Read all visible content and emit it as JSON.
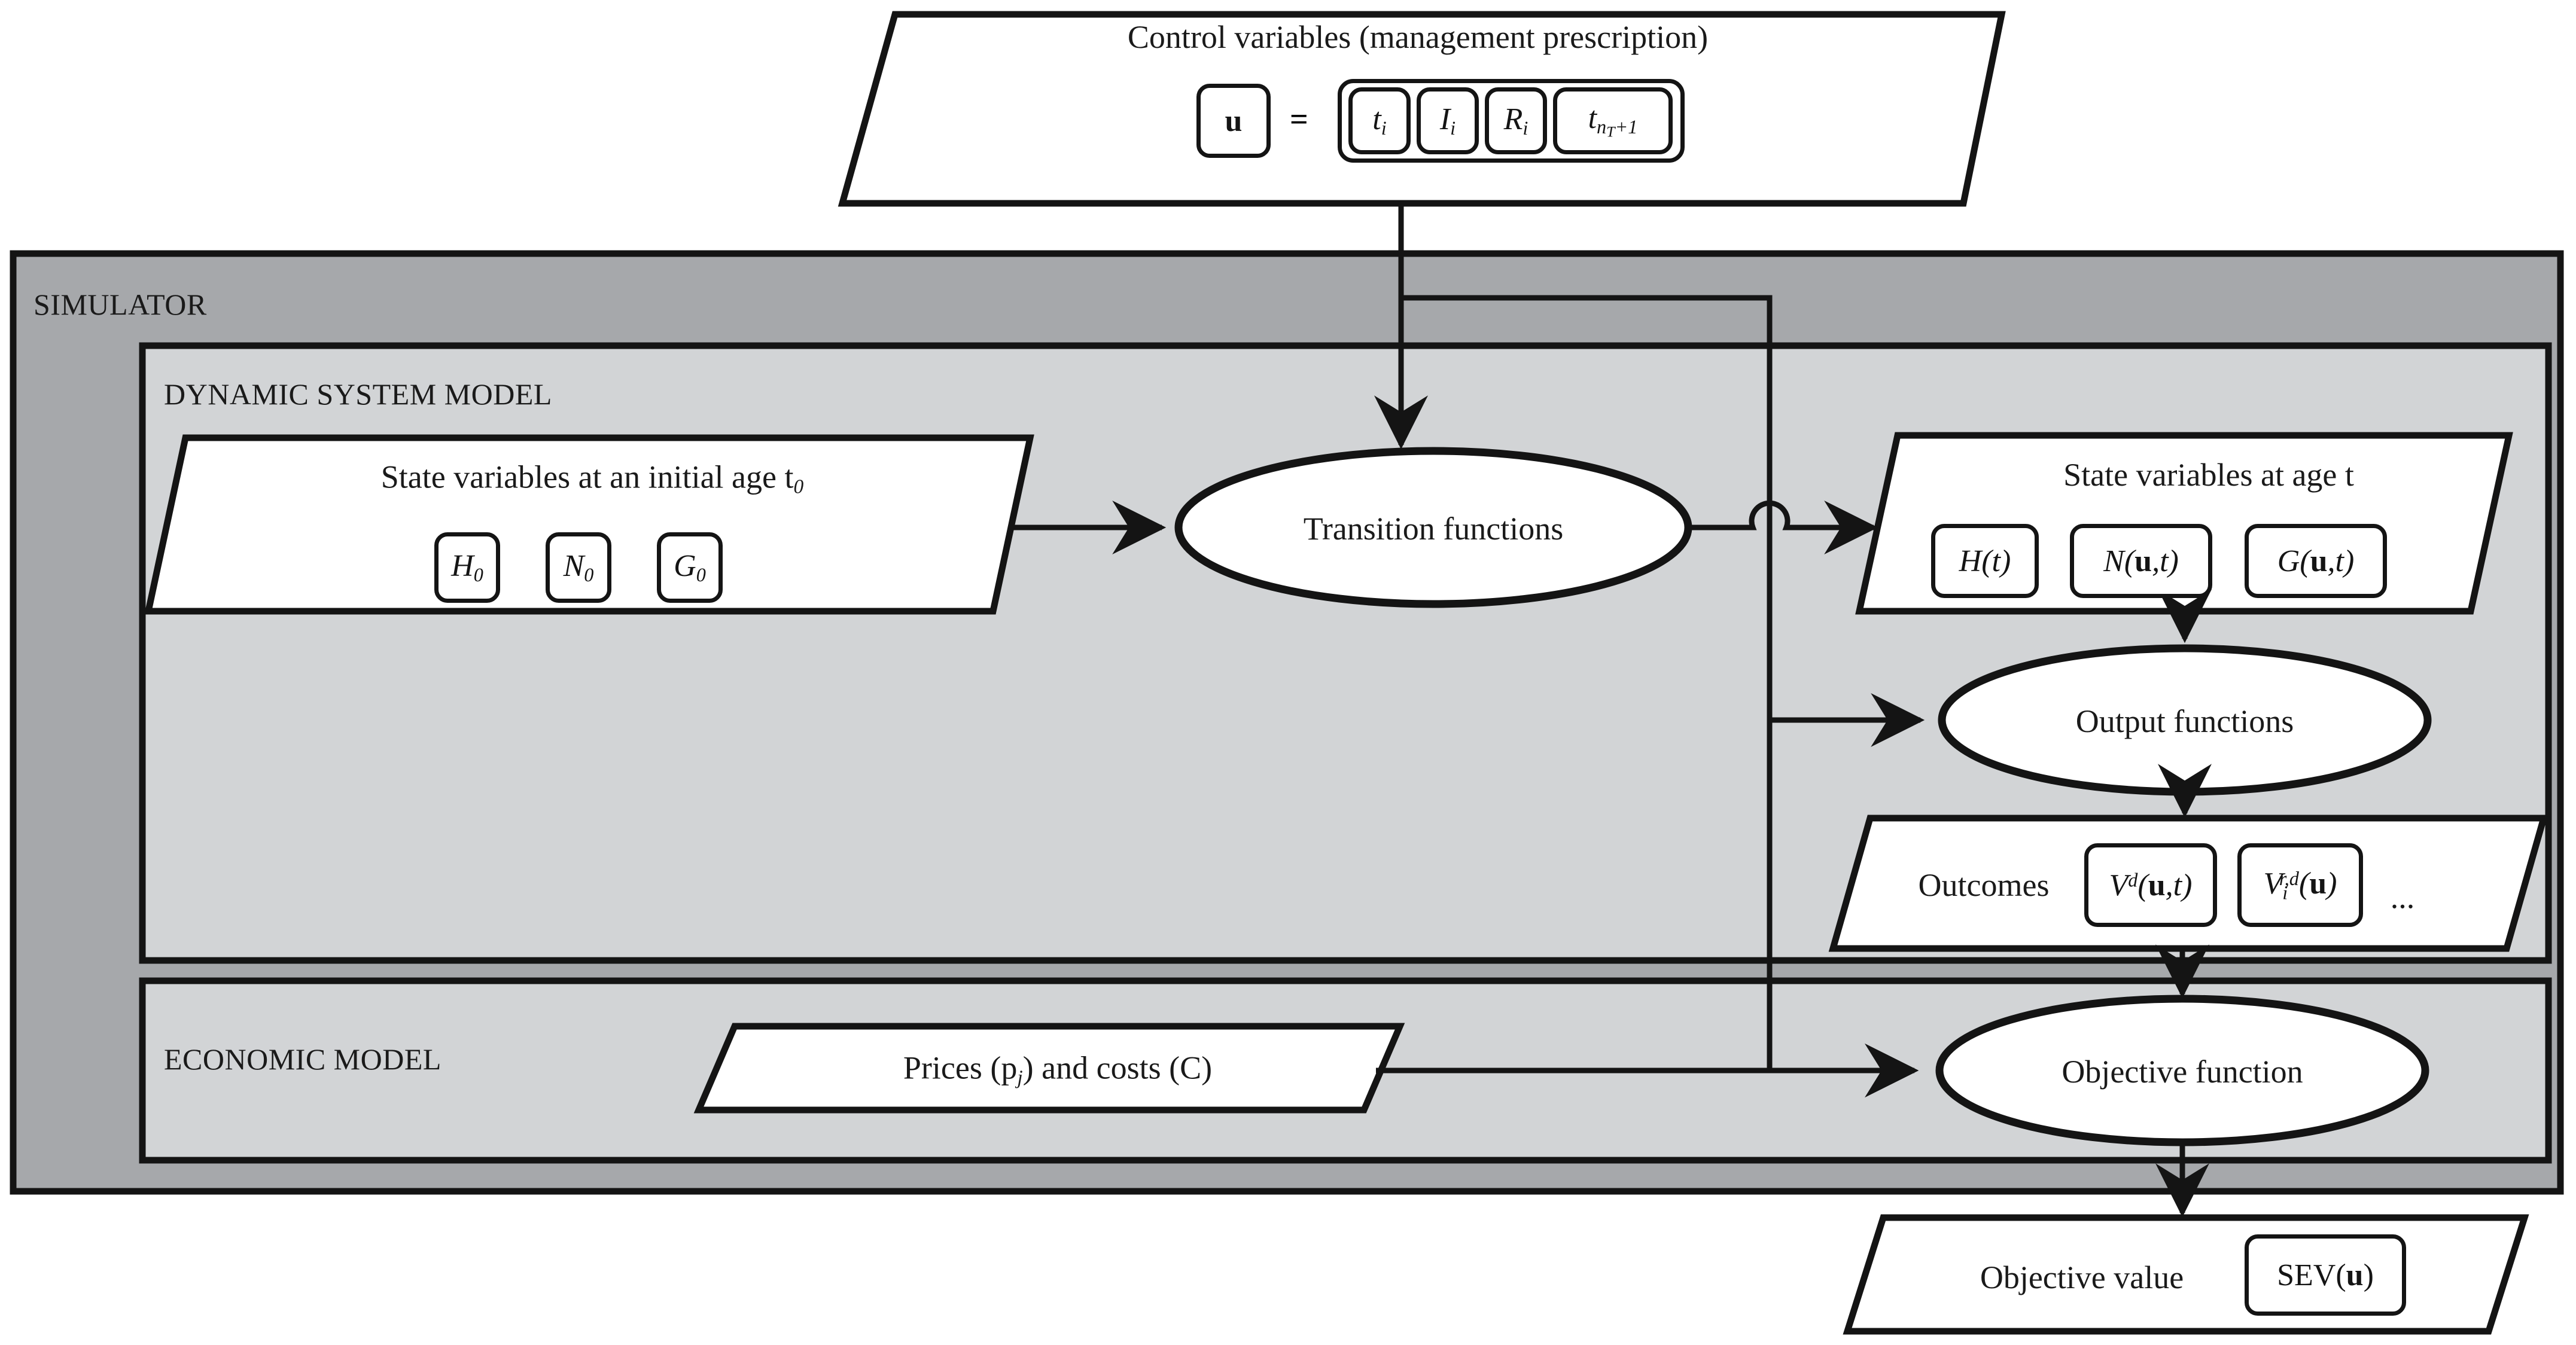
{
  "diagram": {
    "title_hidden": "Forest management simulator flow diagram",
    "top_input": {
      "label": "Control variables (management prescription)",
      "vector_symbol": "u",
      "equals": "=",
      "components": [
        "t",
        "I",
        "R",
        "t"
      ],
      "component_labels": [
        "t_i",
        "I_i",
        "R_i",
        "t_{n_T+1}"
      ]
    },
    "simulator": {
      "label": "SIMULATOR"
    },
    "dynamic_system_model": {
      "label": "DYNAMIC SYSTEM MODEL",
      "initial_state": {
        "label": "State variables at an initial age t",
        "label_sub": "0",
        "tokens": [
          "H",
          "N",
          "G"
        ],
        "token_subs": [
          "0",
          "0",
          "0"
        ]
      },
      "transition": {
        "label": "Transition functions"
      },
      "state_at_age_t": {
        "label": "State variables at age t",
        "tokens": [
          "H(t)",
          "N(u,t)",
          "G(u,t)"
        ]
      },
      "output_functions": {
        "label": "Output functions"
      },
      "outcomes": {
        "label": "Outcomes",
        "tokens": [
          "Vᵈ(u,t)",
          "Vᵢʳᵈ(u)"
        ],
        "ellipsis": "..."
      }
    },
    "economic_model": {
      "label": "ECONOMIC MODEL",
      "prices": {
        "label": "Prices (p",
        "label_sub": "j",
        "label_tail": ") and costs (C)"
      },
      "objective_function": {
        "label": "Objective function"
      }
    },
    "objective_value": {
      "label": "Objective value",
      "token": "SEV(u)"
    },
    "colors": {
      "stroke": "#141414",
      "simulator_fill": "#a6a8ab",
      "submodel_fill": "#d2d4d6",
      "shape_fill": "#ffffff",
      "page_bg": "#ffffff"
    }
  }
}
